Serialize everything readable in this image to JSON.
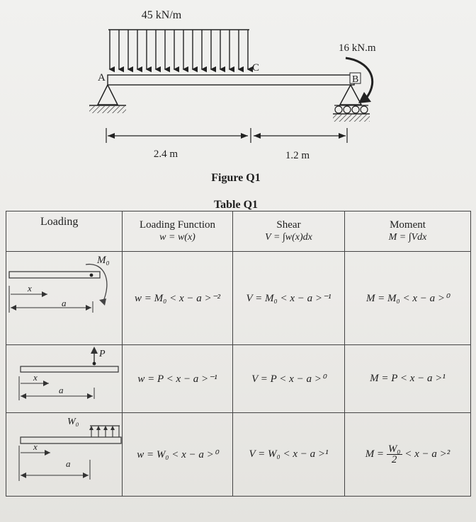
{
  "figure": {
    "load_label": "45 kN/m",
    "moment_label": "16 kN.m",
    "point_a": "A",
    "point_b": "B",
    "point_c": "C",
    "dim_left": "2.4 m",
    "dim_right": "1.2 m",
    "caption": "Figure Q1"
  },
  "table": {
    "caption": "Table Q1",
    "headers": {
      "loading": "Loading",
      "loading_function": "Loading Function",
      "loading_function_sub": "w = w(x)",
      "shear": "Shear",
      "shear_sub": "V = ∫w(x)dx",
      "moment": "Moment",
      "moment_sub": "M = ∫Vdx"
    },
    "rows": [
      {
        "diagram_label": "M₀",
        "x_label": "x",
        "a_label": "a",
        "loading_function": "w = M₀ < x − a >⁻²",
        "shear": "V = M₀ < x − a >⁻¹",
        "moment": "M = M₀ < x − a >⁰"
      },
      {
        "diagram_label": "P",
        "x_label": "x",
        "a_label": "a",
        "loading_function": "w = P < x − a >⁻¹",
        "shear": "V = P < x − a >⁰",
        "moment": "M = P < x − a >¹"
      },
      {
        "diagram_label": "W₀",
        "x_label": "x",
        "a_label": "a",
        "loading_function": "w = W₀ < x − a >⁰",
        "shear": "V = W₀ < x − a >¹",
        "moment_prefix": "M =",
        "moment_num": "W₀",
        "moment_den": "2",
        "moment_suffix": "< x − a >²"
      }
    ]
  }
}
